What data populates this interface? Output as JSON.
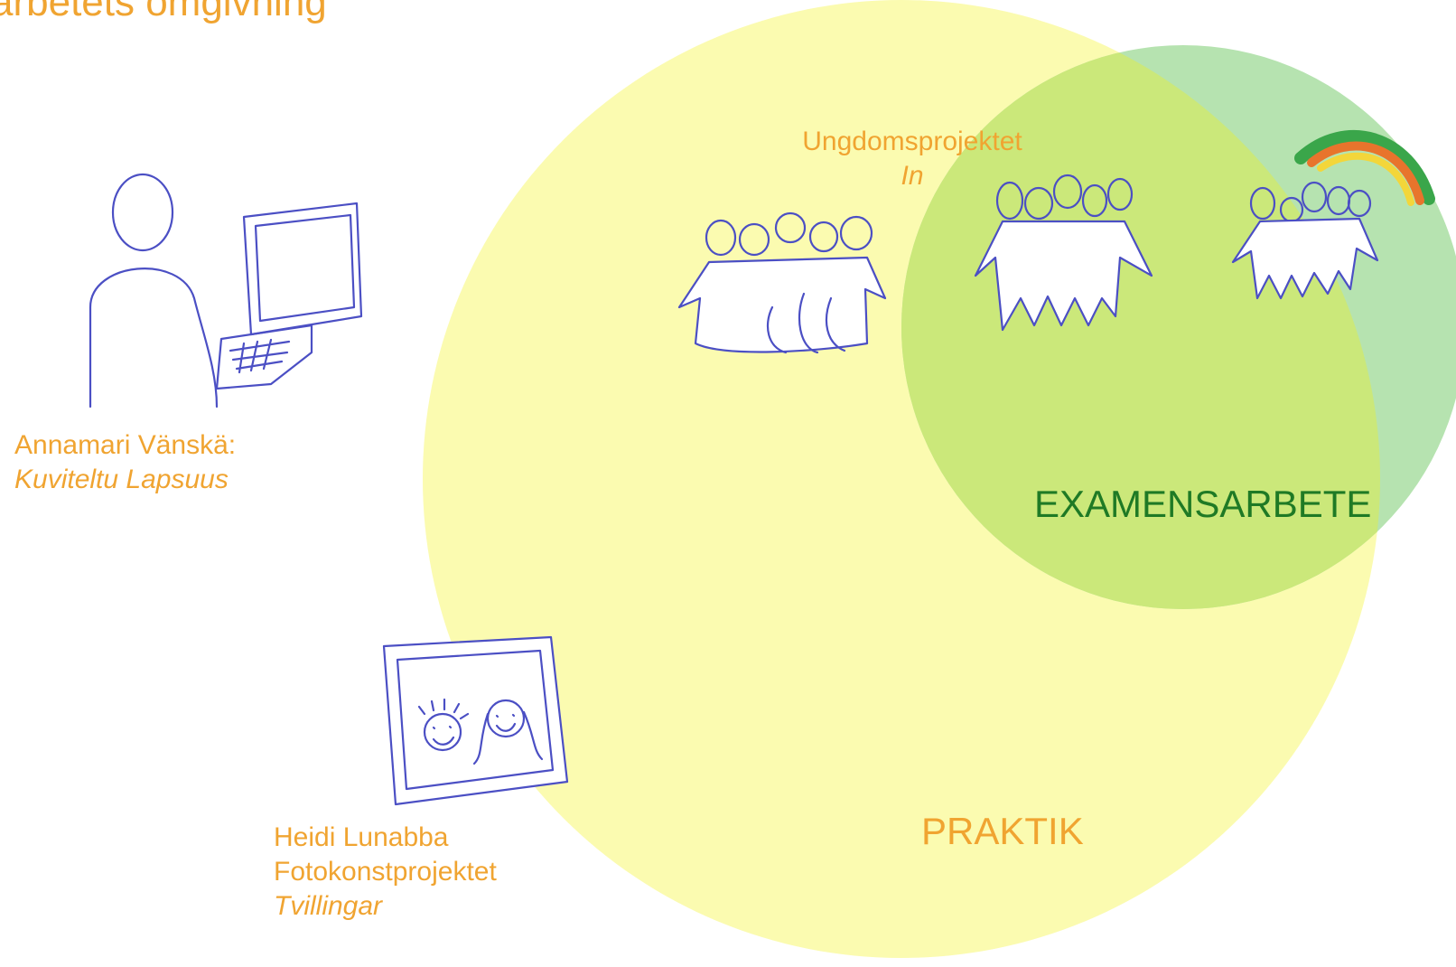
{
  "title": "arbetets omgivning",
  "circles": {
    "praktik": {
      "label": "PRAKTIK",
      "color": "#fbfbb0"
    },
    "examensarbete": {
      "label": "EXAMENSARBETE",
      "color": "#cbe87a",
      "outer_color": "#b6e3b0",
      "label_color": "#1f7a25"
    }
  },
  "labels": {
    "ungdom": {
      "line1": "Ungdomsprojektet",
      "line2": "In"
    },
    "annamari": {
      "line1": "Annamari Vänskä:",
      "line2": "Kuviteltu Lapsuus"
    },
    "heidi": {
      "line1": "Heidi Lunabba",
      "line2": "Fotokonstprojektet",
      "line3": "Tvillingar"
    }
  },
  "text_color": "#f0a431",
  "sketch_color": "#4b4fc4",
  "icons": [
    "person-at-computer-icon",
    "group-icon",
    "group-icon",
    "group-with-rainbow-icon",
    "framed-photo-icon"
  ]
}
